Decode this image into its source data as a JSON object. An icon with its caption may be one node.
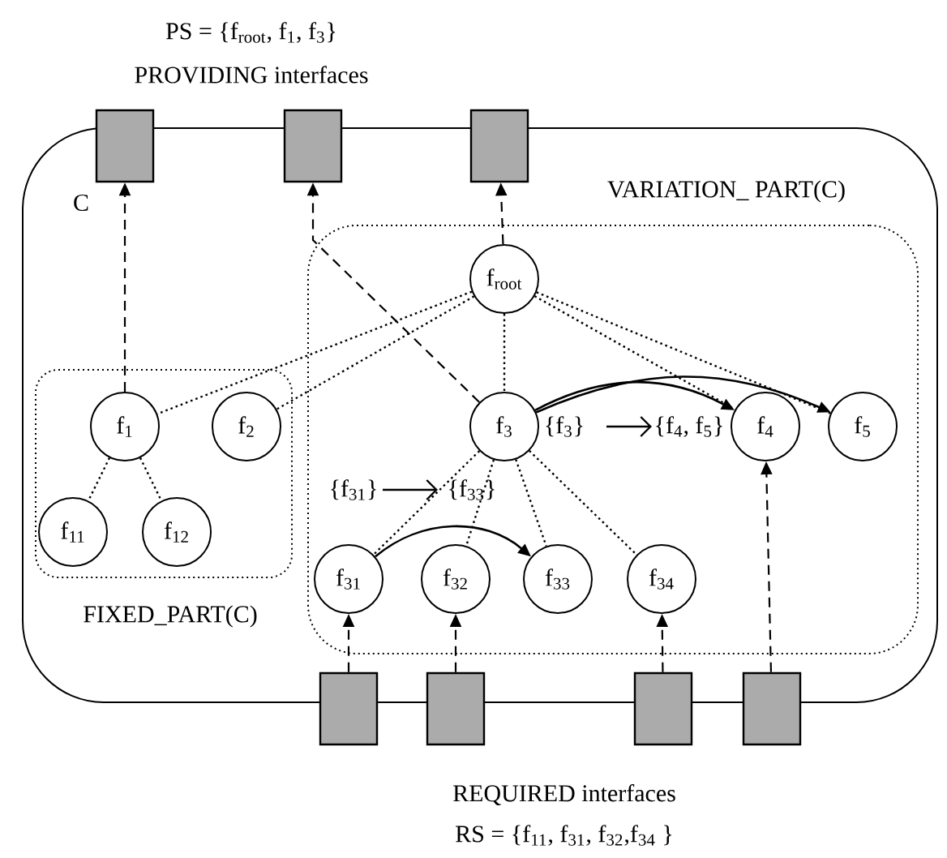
{
  "diagram": {
    "nodes": [
      {
        "text": [
          "C"
        ]
      },
      {
        "text": [
          "FIXED_PART(C)"
        ],
        "in": 0
      },
      {
        "text": [
          "VARIATION_ PART(C)"
        ],
        "in": 0
      },
      {
        "text": [],
        "shape": "box"
      },
      {
        "text": [],
        "shape": "box"
      },
      {
        "text": [],
        "shape": "box"
      },
      {
        "text": [],
        "shape": "box"
      },
      {
        "text": [],
        "shape": "box"
      },
      {
        "text": [],
        "shape": "box"
      },
      {
        "text": [],
        "shape": "box"
      },
      {
        "text": [
          "f$_{root}$"
        ],
        "in": 2
      },
      {
        "text": [
          "f$_{1}$"
        ],
        "in": 1
      },
      {
        "text": [
          "f$_{2}$"
        ],
        "in": 1
      },
      {
        "text": [
          "f$_{11}$"
        ],
        "in": 1
      },
      {
        "text": [
          "f$_{12}$"
        ],
        "in": 1
      },
      {
        "text": [
          "f$_{3}$"
        ],
        "in": 2
      },
      {
        "text": [
          "f$_{4}$"
        ],
        "in": 2
      },
      {
        "text": [
          "f$_{5}$"
        ],
        "in": 2
      },
      {
        "text": [
          "f$_{31}$"
        ],
        "in": 2
      },
      {
        "text": [
          "f$_{32}$"
        ],
        "in": 2
      },
      {
        "text": [
          "f$_{33}$"
        ],
        "in": 2
      },
      {
        "text": [
          "f$_{34}$"
        ],
        "in": 2
      }
    ],
    "edges": [
      {
        "from": 11,
        "to": 3,
        "arrow": "to",
        "style": "dashed"
      },
      {
        "from": 15,
        "to": 4,
        "arrow": "to",
        "style": "dashed"
      },
      {
        "from": 10,
        "to": 5,
        "arrow": "to",
        "style": "dashed"
      },
      {
        "from": 6,
        "to": 18,
        "arrow": "to",
        "style": "dashed"
      },
      {
        "from": 7,
        "to": 19,
        "arrow": "to",
        "style": "dashed"
      },
      {
        "from": 8,
        "to": 21,
        "arrow": "to",
        "style": "dashed"
      },
      {
        "from": 9,
        "to": 16,
        "arrow": "to",
        "style": "dashed"
      },
      {
        "from": 10,
        "to": 11,
        "arrow": "none",
        "style": "dashed"
      },
      {
        "from": 10,
        "to": 12,
        "arrow": "none",
        "style": "dashed"
      },
      {
        "from": 10,
        "to": 15,
        "arrow": "none",
        "style": "dashed"
      },
      {
        "from": 10,
        "to": 16,
        "arrow": "none",
        "style": "dashed"
      },
      {
        "from": 10,
        "to": 17,
        "arrow": "none",
        "style": "dashed"
      },
      {
        "from": 11,
        "to": 13,
        "arrow": "none",
        "style": "dashed"
      },
      {
        "from": 11,
        "to": 14,
        "arrow": "none",
        "style": "dashed"
      },
      {
        "from": 15,
        "to": 18,
        "arrow": "none",
        "style": "dashed"
      },
      {
        "from": 15,
        "to": 19,
        "arrow": "none",
        "style": "dashed"
      },
      {
        "from": 15,
        "to": 20,
        "arrow": "none",
        "style": "dashed"
      },
      {
        "from": 15,
        "to": 21,
        "arrow": "none",
        "style": "dashed"
      },
      {
        "from": 15,
        "to": 16,
        "arrow": "to"
      },
      {
        "from": 15,
        "to": 17,
        "arrow": "to"
      },
      {
        "from": 18,
        "to": 20,
        "arrow": "to"
      }
    ],
    "labels": [
      "PS = {f$_{root}$, f$_{1}$, f$_{3}$}",
      "PROVIDING interfaces",
      "{f$_{3}$}",
      "{f$_{4}$, f$_{5}$}",
      "{f$_{31}$}",
      "{f$_{33}$}",
      "REQUIRED interfaces",
      "RS = {f$_{11}$, f$_{31}$, f$_{32}$,f$_{34}$ }"
    ]
  }
}
